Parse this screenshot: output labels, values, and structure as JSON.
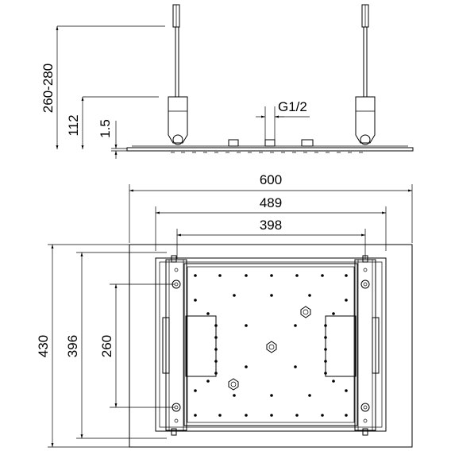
{
  "side_view": {
    "height_adjust": "260-280",
    "bracket_height": "112",
    "plate_thickness": "1.5",
    "thread": "G1/2"
  },
  "top_view": {
    "outer_width": "600",
    "frame_width": "489",
    "bracket_spacing": "398",
    "outer_depth": "430",
    "frame_depth": "396",
    "bracket_length": "260"
  }
}
